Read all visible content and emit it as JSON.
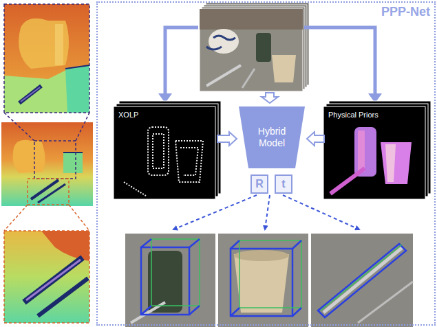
{
  "diagram": {
    "nodes": [
      {
        "text": [
          "PPP-Net"
        ]
      },
      {
        "text": [
          "XOLP"
        ],
        "in": 0
      },
      {
        "text": [
          "Hybrid Model"
        ],
        "in": 0
      },
      {
        "text": [
          "Physical Priors"
        ],
        "in": 0
      },
      {
        "text": [
          "R"
        ],
        "in": 0
      },
      {
        "text": [
          "t"
        ],
        "in": 0
      }
    ],
    "edges": [
      {
        "from": 1,
        "to": 2,
        "arrow": "to"
      },
      {
        "from": 3,
        "to": 2,
        "arrow": "to"
      }
    ]
  }
}
